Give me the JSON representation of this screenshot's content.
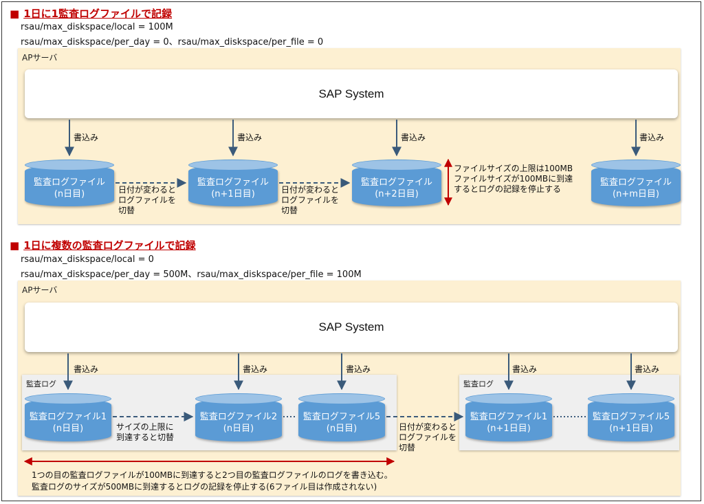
{
  "colors": {
    "title": "#c00000",
    "background_panel": "#fdf0d2",
    "cylinder": "#5b9bd5",
    "cylinder_top": "#9dc3e6",
    "red_arrow": "#c00000"
  },
  "section1": {
    "title": "1日に1監査ログファイルで記録",
    "param1": "rsau/max_diskspace/local = 100M",
    "param2": "rsau/max_diskspace/per_day = 0、rsau/max_diskspace/per_file = 0",
    "server_label": "APサーバ",
    "system_label": "SAP System",
    "write_label": "書込み",
    "files": [
      {
        "name": "監査ログファイル",
        "sub": "(n日目)"
      },
      {
        "name": "監査ログファイル",
        "sub": "(n+1日目)"
      },
      {
        "name": "監査ログファイル",
        "sub": "(n+2日目)"
      },
      {
        "name": "監査ログファイル",
        "sub": "(n+m日目)"
      }
    ],
    "switch_note": {
      "l1": "日付が変わると",
      "l2": "ログファイルを",
      "l3": "切替"
    },
    "limit_note": {
      "l1": "ファイルサイズの上限は100MB",
      "l2": "ファイルサイズが100MBに到達",
      "l3": "するとログの記録を停止する"
    }
  },
  "section2": {
    "title": "1日に複数の監査ログファイルで記録",
    "param1": "rsau/max_diskspace/local = 0",
    "param2": "rsau/max_diskspace/per_day = 500M、rsau/max_diskspace/per_file = 100M",
    "server_label": "APサーバ",
    "system_label": "SAP System",
    "write_label": "書込み",
    "group_label": "監査ログ",
    "files": [
      {
        "name": "監査ログファイル1",
        "sub": "(n日目)"
      },
      {
        "name": "監査ログファイル2",
        "sub": "(n日目)"
      },
      {
        "name": "監査ログファイル5",
        "sub": "(n日目)"
      },
      {
        "name": "監査ログファイル1",
        "sub": "(n+1日目)"
      },
      {
        "name": "監査ログファイル5",
        "sub": "(n+1日目)"
      }
    ],
    "size_note": {
      "l1": "サイズの上限に",
      "l2": "到達すると切替"
    },
    "day_note": {
      "l1": "日付が変わると",
      "l2": "ログファイルを",
      "l3": "切替"
    },
    "bottom_note": {
      "l1": "1つの目の監査ログファイルが100MBに到達すると2つ目の監査ログファイルのログを書き込む。",
      "l2": "監査ログのサイズが500MBに到達するとログの記録を停止する(6ファイル目は作成されない)"
    }
  }
}
